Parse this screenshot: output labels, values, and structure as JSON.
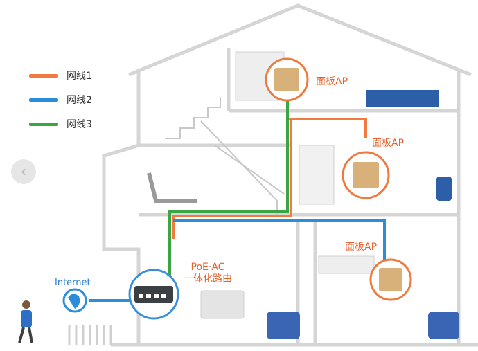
{
  "legend": [
    {
      "label": "网线1",
      "color": "#f07a3f"
    },
    {
      "label": "网线2",
      "color": "#2c8ddb"
    },
    {
      "label": "网线3",
      "color": "#3aa542"
    }
  ],
  "ap_labels": {
    "top": "面板AP",
    "middle": "面板AP",
    "bottom": "面板AP"
  },
  "router": {
    "line1": "PoE·AC",
    "line2": "一体化路由"
  },
  "internet_label": "Internet",
  "nav": {
    "prev_icon": "‹"
  },
  "colors": {
    "house_line": "#d9d9d9",
    "accent_orange": "#e8612c",
    "ap_gold": "#d8b07a",
    "ring_orange": "#ee7a3e",
    "ring_blue": "#3a8fd8"
  }
}
